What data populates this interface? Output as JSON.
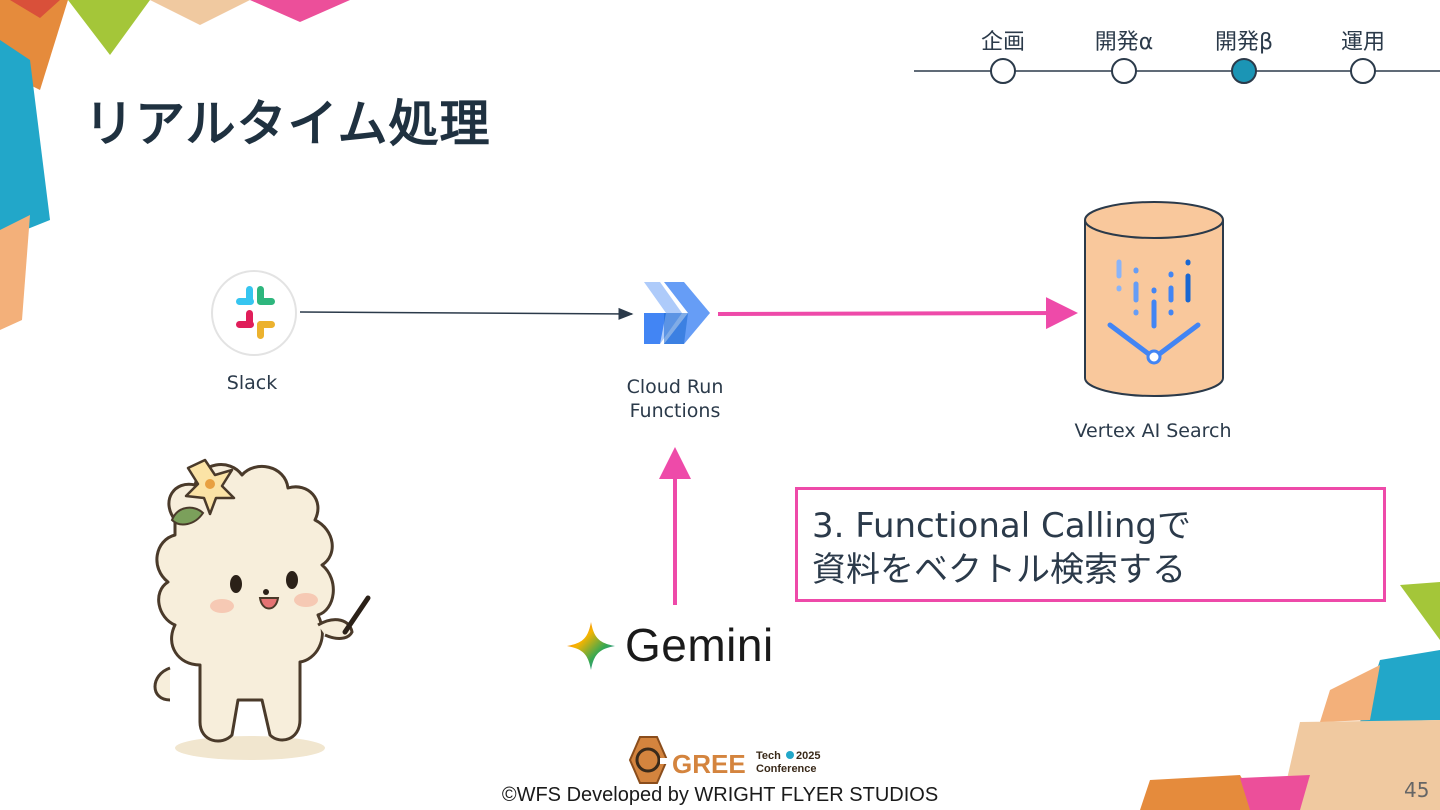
{
  "slide": {
    "title": "リアルタイム処理",
    "page_number": "45",
    "footer": "©WFS Developed by WRIGHT FLYER STUDIOS"
  },
  "progress": {
    "steps": [
      {
        "label": "企画",
        "active": false
      },
      {
        "label": "開発α",
        "active": false
      },
      {
        "label": "開発β",
        "active": true
      },
      {
        "label": "運用",
        "active": false
      }
    ],
    "active_color": "#1b95b5"
  },
  "diagram": {
    "nodes": {
      "slack": {
        "label": "Slack",
        "icon": "slack-icon"
      },
      "cloud_run": {
        "label_line1": "Cloud Run",
        "label_line2": "Functions",
        "icon": "cloud-run-functions-icon"
      },
      "vertex": {
        "label": "Vertex AI Search",
        "icon": "vertex-ai-search-icon"
      },
      "gemini": {
        "label": "Gemini",
        "icon": "gemini-sparkle-icon"
      }
    },
    "callout": {
      "line1": "3. Functional Callingで",
      "line2": "資料をベクトル検索する"
    },
    "colors": {
      "highlight": "#ee4aa9",
      "database": "#f9c89c",
      "arrow_dark": "#2b3a4a"
    }
  },
  "logo": {
    "brand": "GREE",
    "event_line1": "Tech",
    "event_year": "2025",
    "event_line2": "Conference"
  }
}
